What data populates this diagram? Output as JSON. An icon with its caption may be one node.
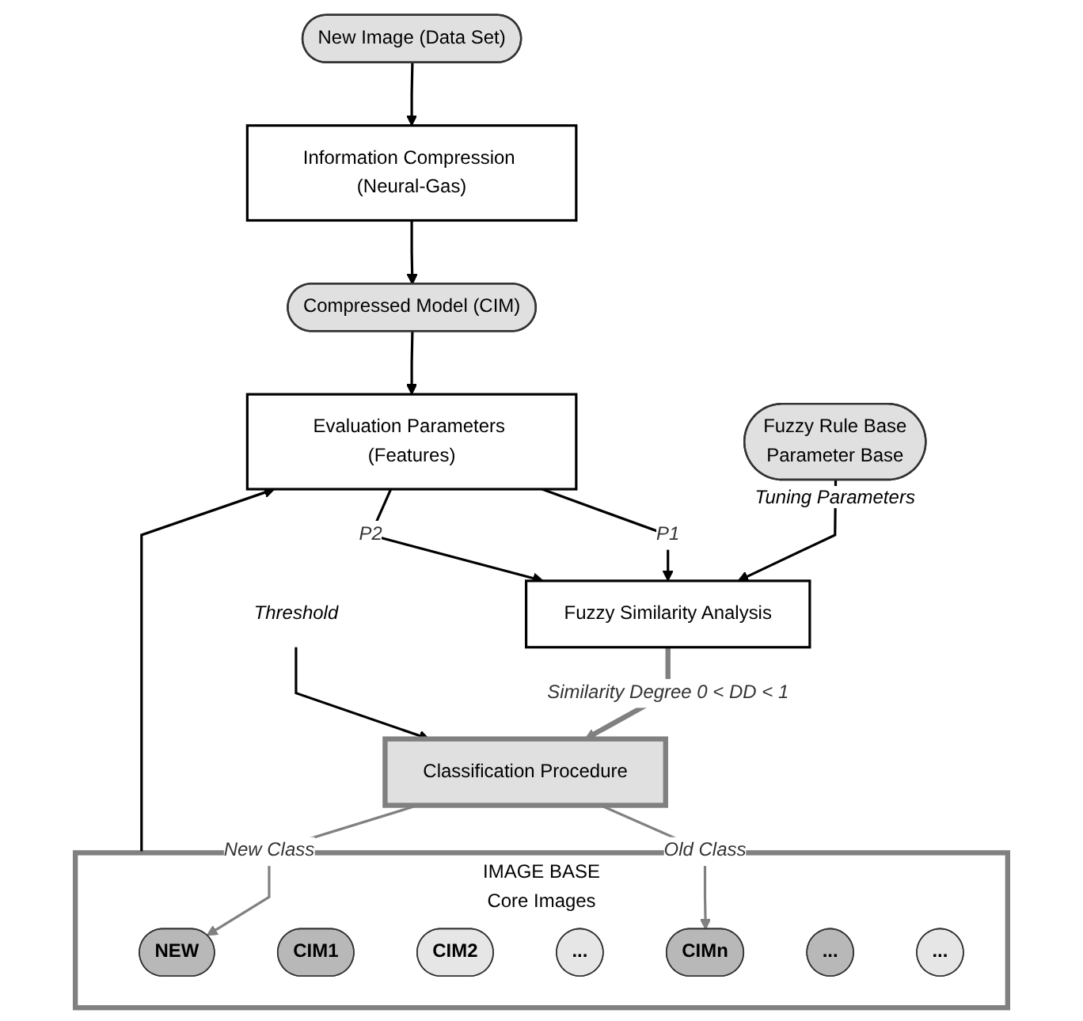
{
  "diagram": {
    "nodes": [
      {
        "text": [
          "New Image (Data Set)"
        ]
      },
      {
        "text": [
          "Information Compression (Neural-Gas)"
        ]
      },
      {
        "text": [
          "Compressed Model (CIM)"
        ]
      },
      {
        "text": [
          "IMAGE BASE",
          "Core Images"
        ]
      },
      {
        "text": [
          "NEW"
        ],
        "in": 3
      },
      {
        "text": [
          "CIM1"
        ],
        "in": 3
      },
      {
        "text": [
          "CIM2"
        ],
        "in": 3
      },
      {
        "text": [
          "..."
        ],
        "in": 3
      },
      {
        "text": [
          "CIMn"
        ],
        "in": 3
      },
      {
        "text": [
          "..."
        ],
        "in": 3
      },
      {
        "text": [
          "..."
        ],
        "in": 3
      },
      {
        "text": [
          "Evaluation Parameters (Features)"
        ]
      },
      {
        "text": [
          "Classification Procedure"
        ]
      },
      {
        "text": [
          "Fuzzy Rule Base",
          "Parameter Base"
        ],
        "beside": [
          "Tuning Parameters"
        ]
      },
      {
        "text": [
          "Fuzzy Similarity Analysis"
        ]
      },
      {
        "text": [
          "Threshold"
        ]
      }
    ],
    "edges": [
      {
        "from": 0,
        "to": 1,
        "arrow": "to"
      },
      {
        "from": 1,
        "to": 2,
        "arrow": "to"
      },
      {
        "from": 2,
        "to": 11,
        "arrow": "to"
      },
      {
        "from": 3,
        "to": 11,
        "arrow": "to"
      },
      {
        "from": 11,
        "to": 14,
        "arrow": "to",
        "label": "P1"
      },
      {
        "from": 11,
        "to": 14,
        "arrow": "to",
        "label": "P2"
      },
      {
        "from": 13,
        "to": 14,
        "arrow": "to"
      },
      {
        "from": 14,
        "to": 12,
        "arrow": "to",
        "label": "Similarity Degree 0 < DD < 1",
        "style": "thick",
        "color": "#808080"
      },
      {
        "from": 15,
        "to": 12,
        "arrow": "to"
      },
      {
        "from": 12,
        "to": 8,
        "arrow": "to",
        "label": "Old Class",
        "color": "#808080"
      },
      {
        "from": 12,
        "to": 4,
        "arrow": "to",
        "label": "New Class",
        "color": "#808080"
      }
    ]
  }
}
